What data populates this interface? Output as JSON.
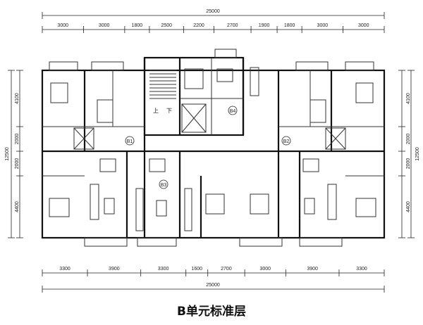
{
  "caption": "B单元标准层",
  "total_width": "25000",
  "top_dims": [
    "3000",
    "3000",
    "1800",
    "2500",
    "2200",
    "2700",
    "1900",
    "1800",
    "3000",
    "3000"
  ],
  "bottom_dims": [
    "3300",
    "3900",
    "3300",
    "1600",
    "2700",
    "3000",
    "3900",
    "3300"
  ],
  "left_dims": [
    "4100",
    "2000",
    "2000",
    "4400"
  ],
  "right_dims": [
    "4100",
    "2000",
    "2000",
    "4400"
  ],
  "left_total": "12500",
  "right_total": "12500",
  "stair_labels": [
    "上",
    "下"
  ],
  "tags": [
    "B1",
    "B2",
    "B3",
    "B4"
  ]
}
